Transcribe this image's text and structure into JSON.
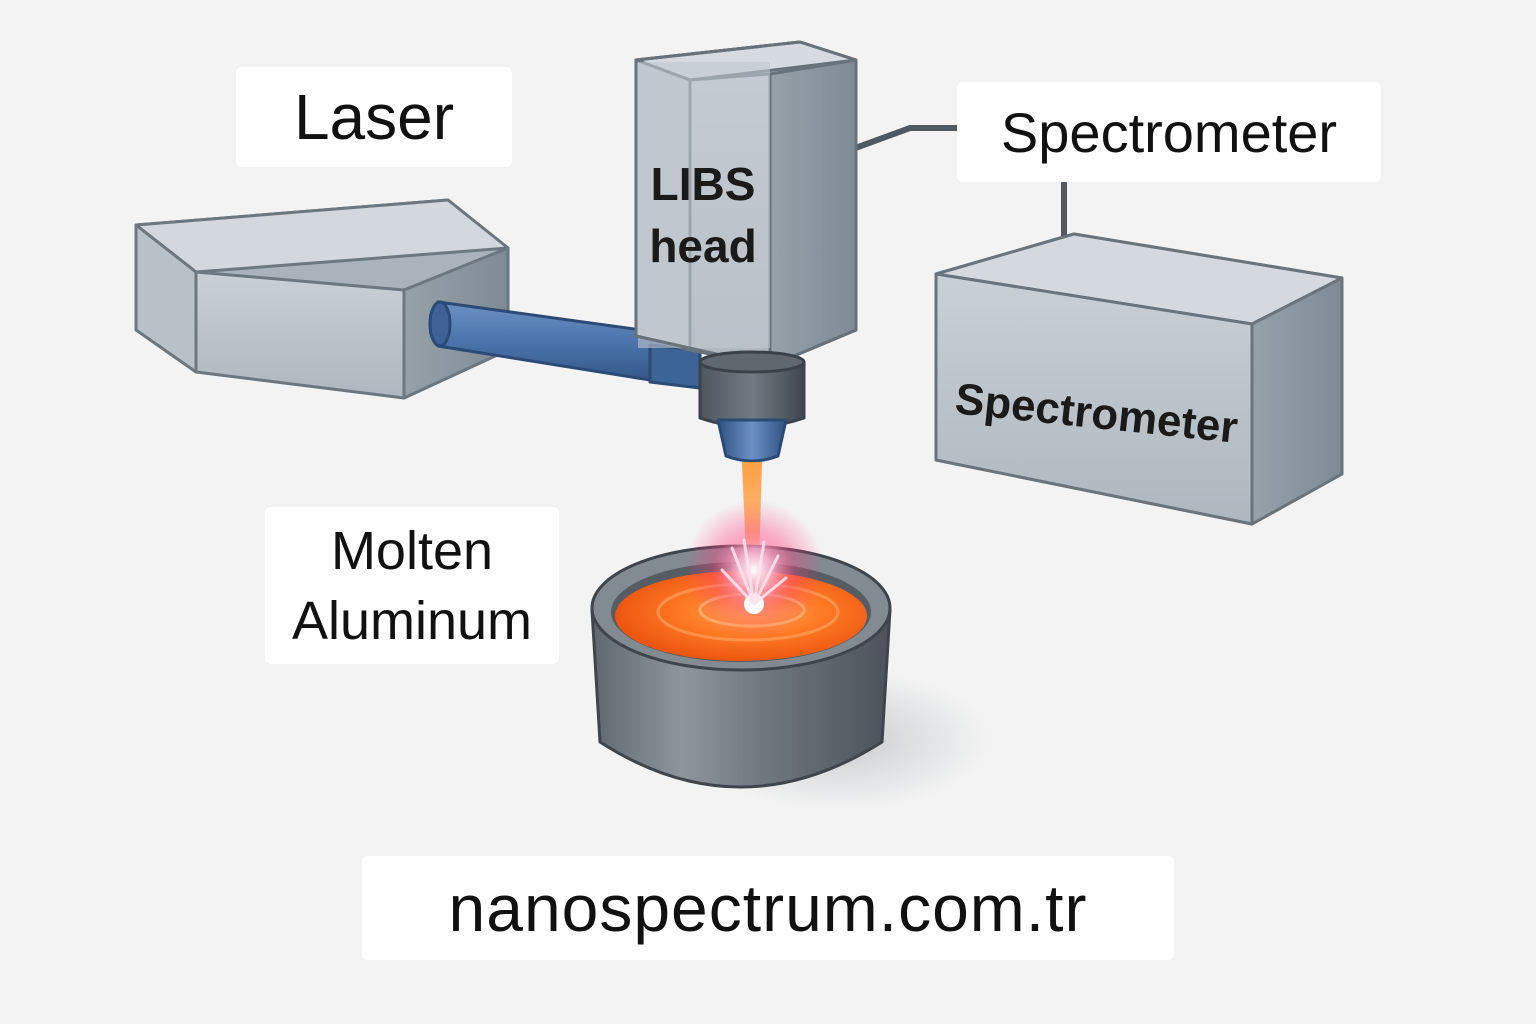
{
  "labels": {
    "laser": "Laser",
    "spectrometer_top": "Spectrometer",
    "libs_head_line1": "LIBS",
    "libs_head_line2": "head",
    "spectrometer_box": "Spectrometer",
    "molten_line1": "Molten",
    "molten_line2": "Aluminum",
    "website": "nanospectrum.com.tr"
  },
  "colors": {
    "background": "#f3f3f3",
    "box_front": "#bcc5cc",
    "box_side": "#8f9aa3",
    "box_top": "#d7dde2",
    "fiber_blue": "#4a72a8",
    "melt_orange": "#ff6a1a",
    "plasma_pink": "#ff3f7f",
    "crucible_gray": "#6f7780"
  }
}
